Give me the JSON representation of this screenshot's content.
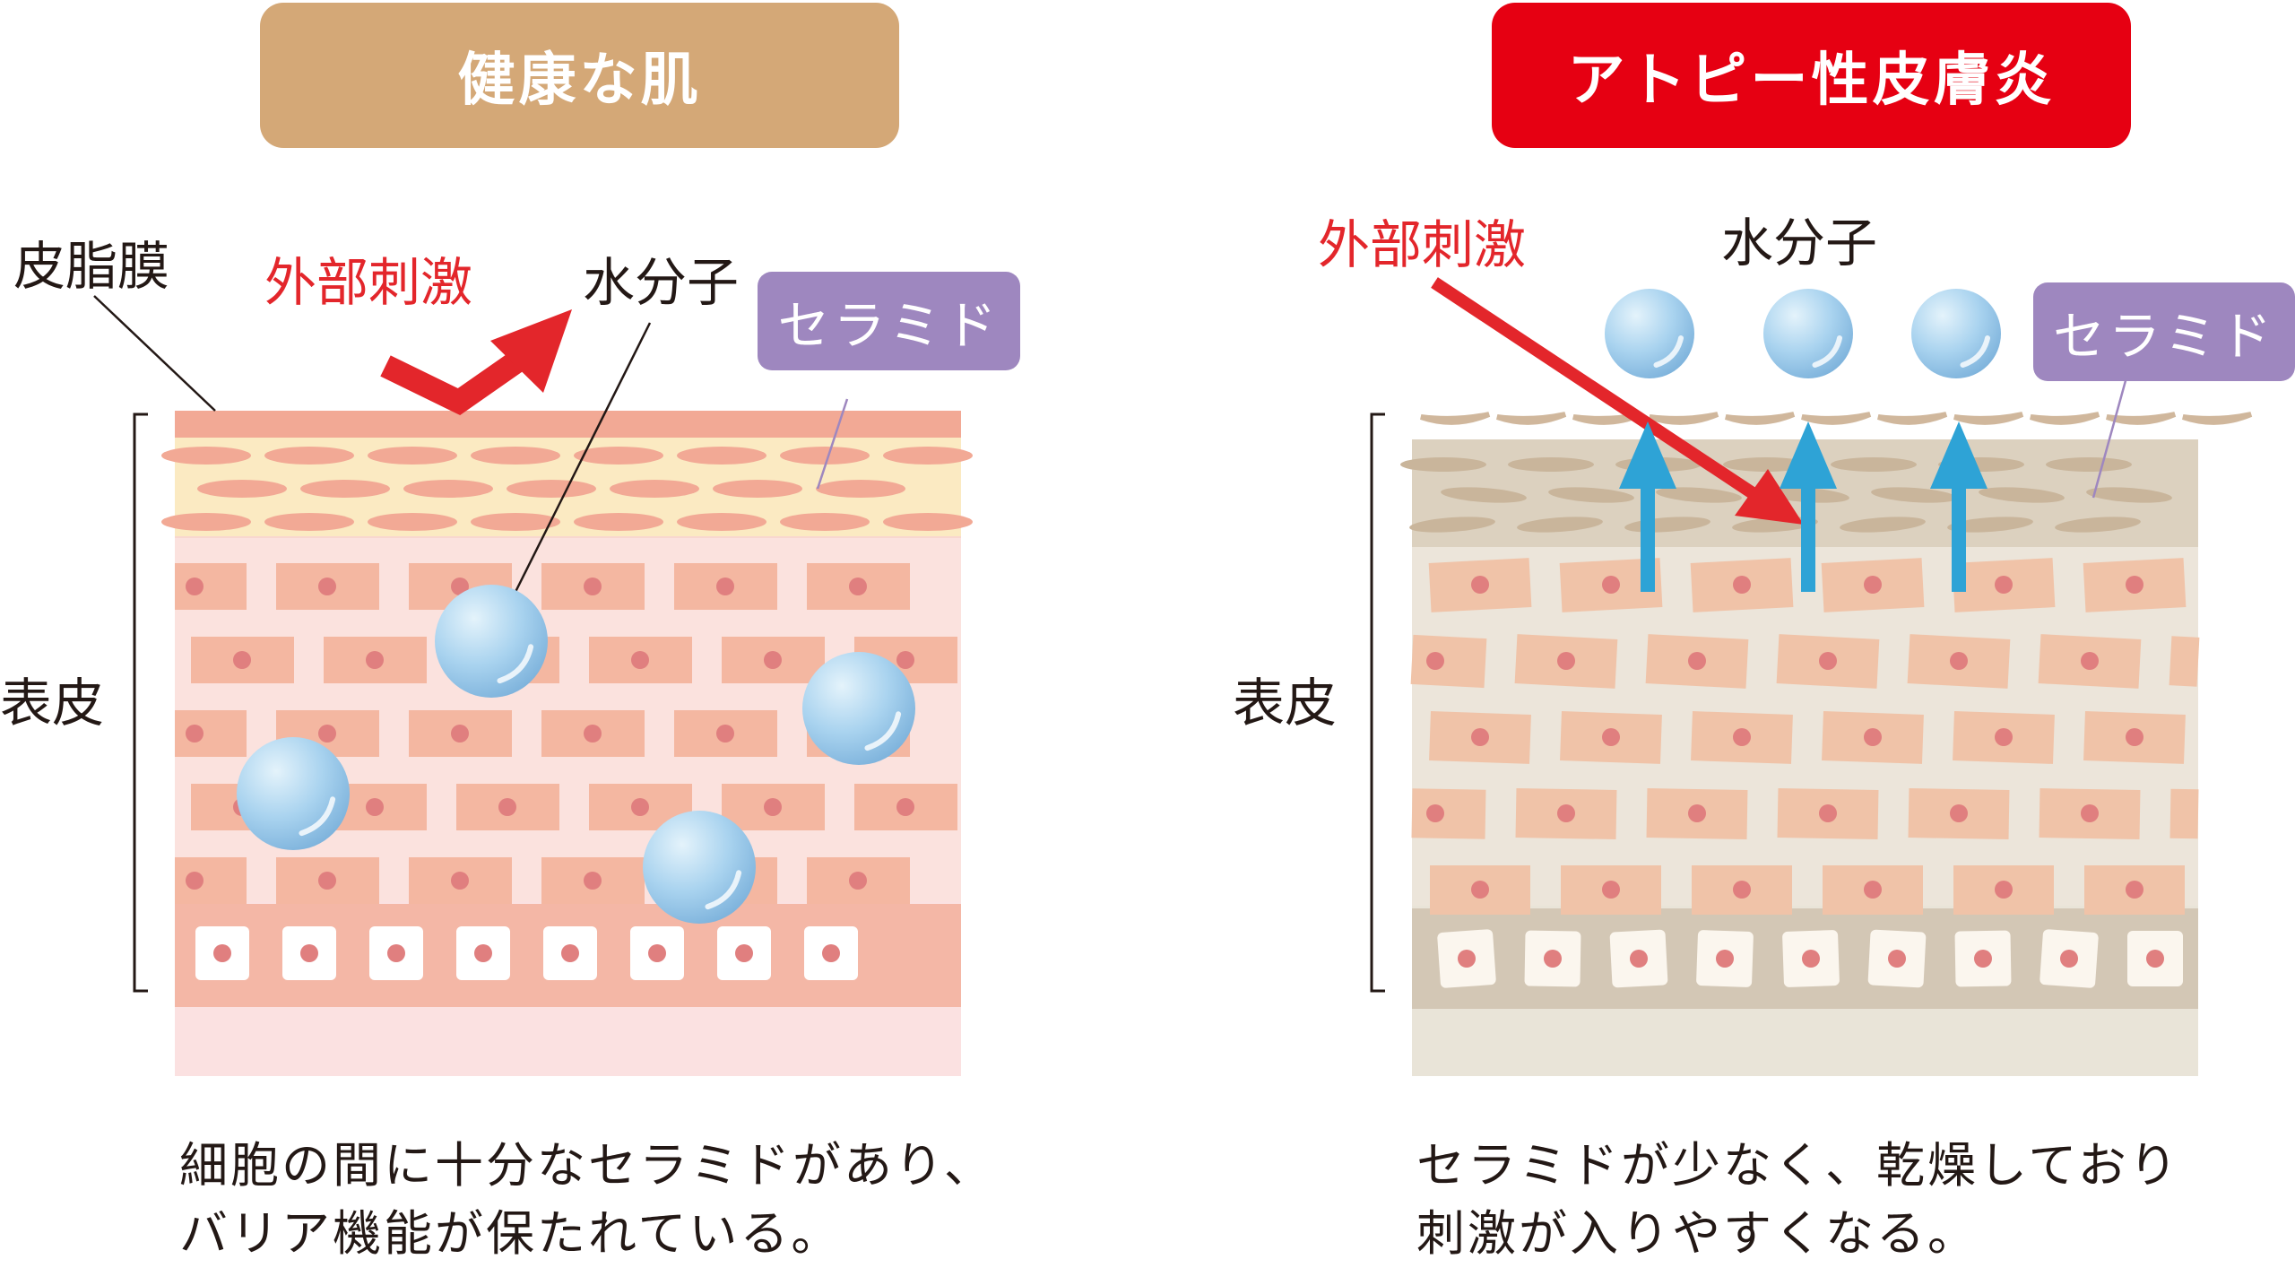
{
  "colors": {
    "healthy_title_bg": "#d4a877",
    "atopy_title_bg": "#e60012",
    "ceramide_bg": "#9e87bf",
    "stimulus_red": "#e3262b",
    "water_arrow_blue": "#2ea3d6"
  },
  "healthy": {
    "title": "健康な肌",
    "label_sebum": "皮脂膜",
    "label_stimulus": "外部刺激",
    "label_water": "水分子",
    "label_ceramide": "セラミド",
    "label_epidermis": "表皮",
    "caption_line1": "細胞の間に十分なセラミドがあり、",
    "caption_line2": "バリア機能が保たれている。"
  },
  "atopy": {
    "title": "アトピー性皮膚炎",
    "label_stimulus": "外部刺激",
    "label_water": "水分子",
    "label_ceramide": "セラミド",
    "label_epidermis": "表皮",
    "caption_line1": "セラミドが少なく、乾燥しており",
    "caption_line2": "刺激が入りやすくなる。"
  }
}
